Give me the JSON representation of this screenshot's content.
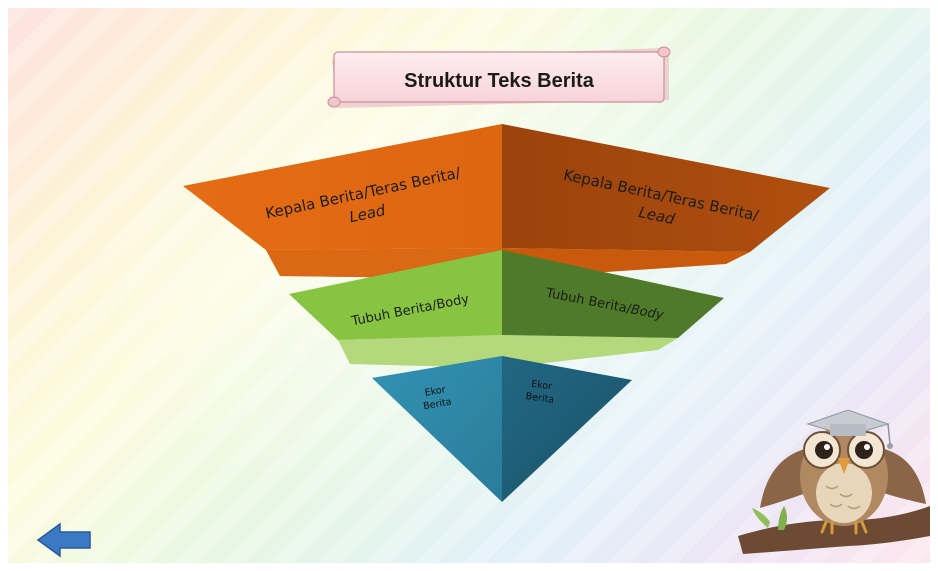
{
  "title": "Struktur Teks Berita",
  "tiers": [
    {
      "left_line1": "Kepala Berita/Teras Berita/",
      "left_line2": "Lead",
      "right_line1": "Kepala Berita/Teras Berita/",
      "right_line2": "Lead"
    },
    {
      "left_line1": "Tubuh Berita/Body",
      "right_line1": "Tubuh Berita/",
      "right_line1_italic": "Body"
    },
    {
      "left_line1": "Ekor",
      "left_line2": "Berita",
      "right_line1": "Ekor",
      "right_line2": "Berita"
    }
  ],
  "colors": {
    "orange_left": "#e36a12",
    "orange_right": "#a3470d",
    "orange_lip": "#d9620f",
    "green_left": "#88c542",
    "green_right": "#4f7a2a",
    "green_lip": "#a9d46c",
    "blue_left": "#2f86a4",
    "blue_right": "#1e5d76",
    "title_bg": "#fce4e7",
    "back_arrow": "#3a78c2"
  },
  "icons": {
    "back": "left-arrow-icon",
    "mascot": "owl-graduate-icon"
  }
}
